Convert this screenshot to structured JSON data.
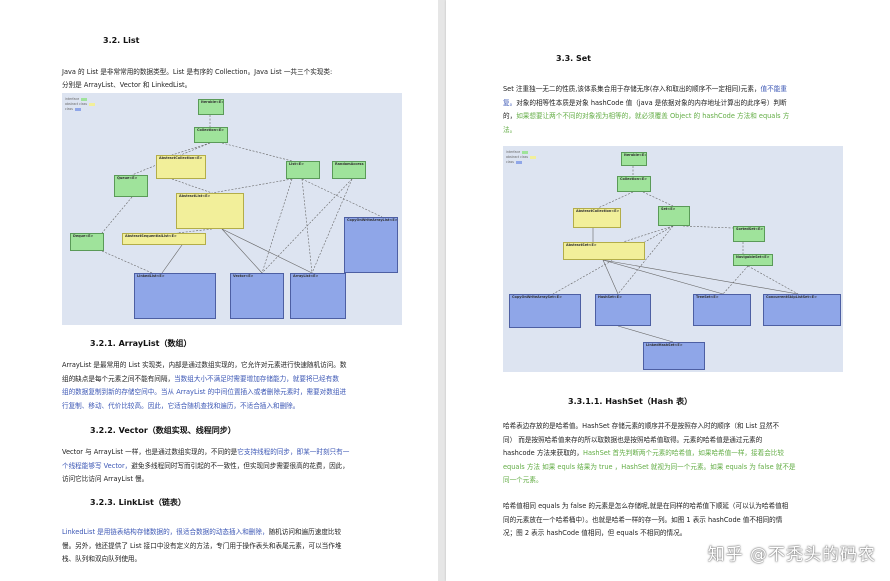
{
  "left": {
    "section_32": "3.2. List",
    "intro_a": "Java 的 List 是非常常用的数据类型。List 是有序的 Collection。Java List 一共三个实现类:",
    "intro_b": "分别是 ArrayList、Vector 和 LinkedList。",
    "section_321": "3.2.1.  ArrayList（数组）",
    "arraylist": [
      {
        "text": "ArrayList 是最常用的 List 实现类，内部是通过数组实现的，它允许对元素进行快速随机访问。数",
        "c": ""
      },
      {
        "text": "组的缺点是每个元素之间不能有间隔，",
        "c": "",
        "t2": "当数组大小不满足时需要增加存储能力，就要将已经有数",
        "c2": "blue"
      },
      {
        "text": "组的数据复制到新的存储空间中。当从 ArrayList 的中间位置插入或者删除元素时，需要对数组进",
        "c": "blue"
      },
      {
        "text": "行复制、移动、代价比较高。因此，它适合随机查找和遍历，不适合插入和删除。",
        "c": "blue"
      }
    ],
    "section_322": "3.2.2.  Vector（数组实现、线程同步）",
    "vector": [
      {
        "text": "Vector 与 ArrayList 一样，也是通过数组实现的，不同的是",
        "c": "",
        "t2": "它支持线程的同步，即某一时刻只有一",
        "c2": "blue"
      },
      {
        "text": "个线程能够写 Vector，",
        "c": "blue",
        "t2": "避免多线程同时写而引起的不一致性，但实现同步需要很高的花费，因此，",
        "c2": ""
      },
      {
        "text": "访问它比访问 ArrayList 慢。",
        "c": ""
      }
    ],
    "section_323": "3.2.3.  LinkList（链表）",
    "linklist": [
      {
        "text": "LinkedList 是用链表结构存储数据的，很适合数据的动态插入和删除，",
        "c": "blue",
        "t2": "随机访问和遍历速度比较",
        "c2": ""
      },
      {
        "text": "慢。另外，他还提供了 List 接口中没有定义的方法，专门用于操作表头和表尾元素，可以当作堆",
        "c": ""
      },
      {
        "text": "栈、队列和双向队列使用。",
        "c": ""
      }
    ],
    "legend": [
      "interface",
      "abstract class",
      "class"
    ],
    "boxes": {
      "iterable": "Iterable<E>",
      "collection": "Collection<E>",
      "abstract_collection": "AbstractCollection<E>",
      "list": "List<E>",
      "random_access": "RandomAccess",
      "queue": "Queue<E>",
      "abstract_list": "AbstractList<E>",
      "deque": "Deque<E>",
      "abstract_seq": "AbstractSequentialList<E>",
      "cow": "CopyOnWriteArrayList<E>",
      "linkedlist": "LinkedList<E>",
      "vector": "Vector<E>",
      "arraylist": "ArrayList<E>"
    }
  },
  "right": {
    "section_33": "3.3. Set",
    "set_intro": [
      {
        "text": "Set 注重独一无二的性质,该体系集合用于存储无序(存入和取出的顺序不一定相同)元素，",
        "c": "",
        "t2": "值不能重",
        "c2": "blue"
      },
      {
        "text": "复。",
        "c": "blue",
        "t2": "对象的相等性本质是对象 hashCode 值（java 是依据对象的内存地址计算出的此序号）判断",
        "c2": ""
      },
      {
        "text": "的，",
        "c": "",
        "t2": "如果想要让两个不同的对象视为相等的，就必须覆盖 Object 的 hashCode 方法和 equals 方",
        "c2": "green"
      },
      {
        "text": "法。",
        "c": "green"
      }
    ],
    "section_3311": "3.3.1.1.       HashSet（Hash 表）",
    "hashset_a": [
      {
        "text": "哈希表边存放的是哈希值。HashSet 存储元素的顺序并不是按照存入时的顺序（和 List 显然不",
        "c": ""
      },
      {
        "text": "同） 而是按照哈希值来存的所以取数据也是按照哈希值取得。元素的哈希值是通过元素的",
        "c": ""
      },
      {
        "text": "hashcode 方法来获取的，",
        "c": "",
        "t2": "HashSet 首先判断两个元素的哈希值，如果哈希值一样，接着会比较",
        "c2": "green"
      },
      {
        "text": "equals 方法 如果 equls 结果为 true ，HashSet 就视为同一个元素。如果 equals 为 false 就不是",
        "c": "green"
      },
      {
        "text": "同一个元素。",
        "c": "green"
      }
    ],
    "hashset_b": [
      {
        "text": "哈希值相同 equals 为 false 的元素是怎么存储呢,就是在同样的哈希值下顺延（可以认为哈希值相",
        "c": ""
      },
      {
        "text": "同的元素放在一个哈希桶中）。也就是哈希一样的存一列。如图 1 表示 hashCode 值不相同的情",
        "c": ""
      },
      {
        "text": "况；图 2 表示 hashCode 值相同，但 equals 不相同的情况。",
        "c": ""
      }
    ],
    "legend": [
      "interface",
      "abstract class",
      "class"
    ],
    "boxes": {
      "iterable": "Iterable<E>",
      "collection": "Collection<E>",
      "abstract_collection": "AbstractCollection<E>",
      "set": "Set<E>",
      "sorted_set": "SortedSet<E>",
      "abstract_set": "AbstractSet<E>",
      "navigable_set": "NavigableSet<E>",
      "cow_set": "CopyOnWriteArraySet<E>",
      "hashset": "HashSet<E>",
      "treeset": "TreeSet<E>",
      "csl_set": "ConcurrentSkipListSet<E>",
      "linked_hashset": "LinkedHashSet<E>"
    }
  },
  "watermark": "知乎 @不秃头的码农",
  "colors": {
    "blue": "#3c57b5",
    "green": "#63ad45",
    "interface": "#9fe39b",
    "abstract": "#f2ef9a",
    "class": "#8fa6e8"
  }
}
